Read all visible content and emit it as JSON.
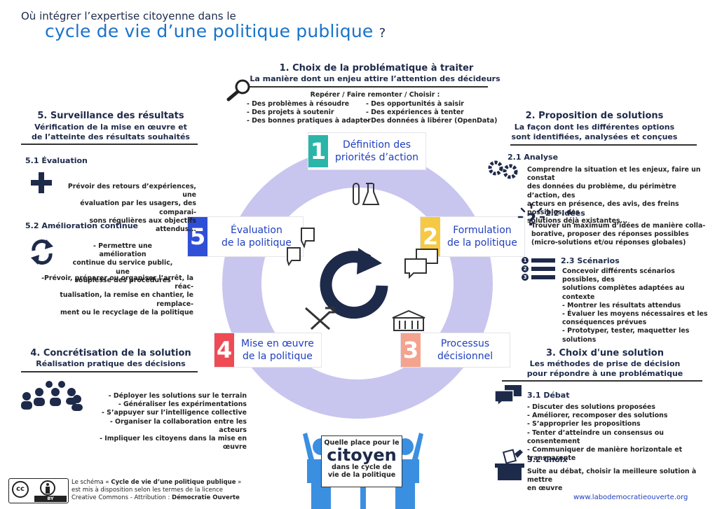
{
  "header": {
    "line1": "Où intégrer l’expertise citoyenne dans le",
    "line2": "cycle de vie d’une politique publique",
    "qmark": "?"
  },
  "colors": {
    "ring": "#c8c6ef",
    "step1": "#2ab5a8",
    "step2": "#f6c945",
    "step3": "#f4a38e",
    "step4": "#ee4b55",
    "step5": "#2f4fd6",
    "blue_text": "#1f3fbf",
    "person": "#3b8fe0"
  },
  "steps": [
    {
      "num": "1",
      "label": "Définition des\npriorités d’action",
      "label_l1": "Définition des",
      "label_l2": "priorités d’action"
    },
    {
      "num": "2",
      "label_l1": "Formulation",
      "label_l2": "de la politique"
    },
    {
      "num": "3",
      "label_l1": "Processus",
      "label_l2": "décisionnel"
    },
    {
      "num": "4",
      "label_l1": "Mise en œuvre",
      "label_l2": "de la politique"
    },
    {
      "num": "5",
      "label_l1": "Évaluation",
      "label_l2": "de la politique"
    }
  ],
  "s1": {
    "title": "1. Choix de la problématique à traiter",
    "subtitle": "La manière dont un enjeu attire l’attention des décideurs",
    "intro": "Repérer / Faire remonter / Choisir :",
    "left": [
      "- Des problèmes à résoudre",
      "- Des projets à soutenir",
      "- Des bonnes pratiques à adapter"
    ],
    "right": [
      "- Des opportunités à saisir",
      "- Des expériences à tenter",
      "- Des données à libérer (OpenData)"
    ]
  },
  "s2": {
    "title": "2. Proposition de solutions",
    "sub1": "La façon dont les différentes options",
    "sub2": "sont identifiées, analysées et conçues",
    "a_title": "2.1 Analyse",
    "a_text": [
      "Comprendre la situation et les enjeux, faire un constat",
      "des données du problème, du périmètre d’action, des",
      "acteurs en présence, des avis, des freins possibles, des",
      "solutions déjà existantes..."
    ],
    "b_title": "2.2 Idées",
    "b_text": [
      "Trouver un maximum d’idées de manière colla-",
      "borative, proposer des réponses possibles",
      "(micro-solutions et/ou réponses globales)"
    ],
    "c_title": "2.3 Scénarios",
    "c_text": [
      "Concevoir différents scénarios possibles, des",
      "solutions complètes adaptées au contexte",
      "- Montrer les résultats attendus",
      "- Évaluer les moyens nécessaires et les",
      "conséquences prévues",
      "- Prototyper, tester, maquetter les solutions"
    ],
    "list_nums": [
      "1",
      "2",
      "3"
    ]
  },
  "s3": {
    "title": "3. Choix d'une solution",
    "sub1": "Les méthodes de prise de décision",
    "sub2": "pour répondre à une problématique",
    "a_title": "3.1 Débat",
    "a_text": [
      "- Discuter des solutions proposées",
      "- Améliorer, recomposer des solutions",
      "- S’approprier les propositions",
      "- Tenter d’atteindre un consensus ou consentement",
      "- Communiquer de manière horizontale et transparente"
    ],
    "b_title": "3.2 Choix",
    "b_text": [
      "Suite au débat, choisir la meilleure solution à mettre",
      "en œuvre"
    ]
  },
  "s4": {
    "title": "4. Concrétisation de la solution",
    "subtitle": "Réalisation pratique des décisions",
    "text": [
      "- Déployer les solutions sur le terrain",
      "- Généraliser les expérimentations",
      "- S’appuyer sur l’intelligence collective",
      "- Organiser la collaboration entre les acteurs",
      "- Impliquer les citoyens dans la mise en œuvre"
    ]
  },
  "s5": {
    "title": "5. Surveillance des résultats",
    "sub1": "Vérification de la mise en œuvre et",
    "sub2": "de l’atteinte des résultats souhaités",
    "a_title": "5.1 Évaluation",
    "a_text": [
      "Prévoir des retours d’expériences, une",
      "évaluation par les usagers, des comparai-",
      "sons régulières aux objectifs attendus..."
    ],
    "b_title": "5.2 Amélioration continue",
    "b_text1": [
      "- Permettre une amélioration",
      "continue du service public, une",
      "souplesse des procédures"
    ],
    "b_text2": [
      "-Prévoir, préparer ou organiser l’arrêt, la réac-",
      "tualisation, la remise en chantier, le remplace-",
      "ment ou le recyclage de la politique"
    ]
  },
  "citizen": {
    "q1": "Quelle place pour le",
    "big": "citoyen",
    "l1": "dans le cycle de",
    "l2": "vie de la politique"
  },
  "license": {
    "cc": "cc",
    "by": "BY",
    "l1a": "Le schéma « ",
    "l1b": "Cycle de vie d’une politique publique",
    "l1c": " »",
    "l2": "est mis à disposition selon les termes de la licence",
    "l3a": "Creative Commons - Attribution : ",
    "l3b": "Démocratie Ouverte"
  },
  "url": "www.labodemocratieouverte.org"
}
